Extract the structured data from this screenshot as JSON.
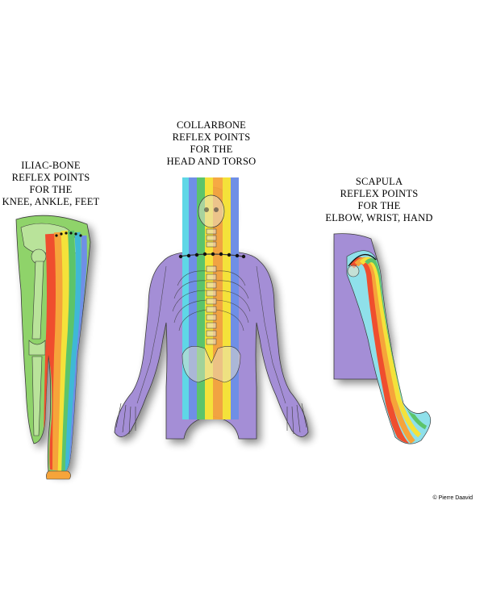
{
  "labels": {
    "left": [
      "ILIAC-BONE",
      "REFLEX POINTS",
      "FOR THE",
      "KNEE, ANKLE, FEET"
    ],
    "center": [
      "COLLARBONE",
      "REFLEX POINTS",
      "FOR THE",
      "HEAD AND TORSO"
    ],
    "right": [
      "SCAPULA",
      "REFLEX POINTS",
      "FOR THE",
      "ELBOW, WRIST, HAND"
    ]
  },
  "credit": "© Pierre Daavid",
  "colors": {
    "left_body": "#8fd36a",
    "center_body": "#a48ed6",
    "right_body": "#a48ed6",
    "bands": [
      "#5fd7e6",
      "#6f8fe6",
      "#5cc46a",
      "#f4e23a",
      "#f6a43a",
      "#ef4e2e",
      "#f6b23a"
    ],
    "outline": "#3a3a3a",
    "bone": "#d9cfb8"
  }
}
